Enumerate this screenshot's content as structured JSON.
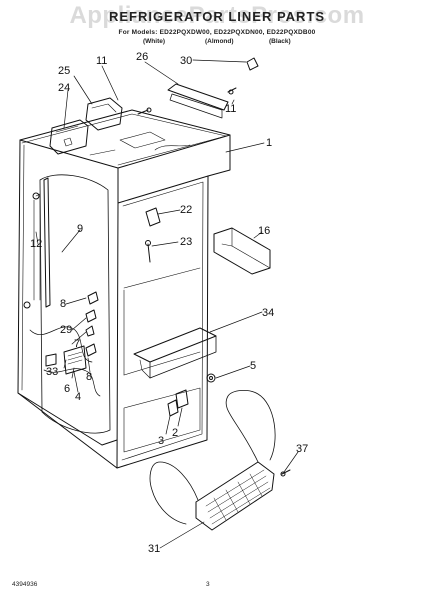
{
  "watermark": "AppliancePartsPros.com",
  "header": {
    "title": "REFRIGERATOR LINER PARTS",
    "models": "For Models: ED22PQXDW00, ED22PQXDN00, ED22PQXDB00",
    "colors": [
      "(White)",
      "(Almond)",
      "(Black)"
    ]
  },
  "callouts": {
    "c25": "25",
    "c24": "24",
    "c11a": "11",
    "c26": "26",
    "c30": "30",
    "c11b": "11",
    "c1": "1",
    "c9": "9",
    "c12": "12",
    "c22": "22",
    "c23": "23",
    "c16": "16",
    "c8a": "8",
    "c29": "29",
    "c7": "7",
    "c33": "33",
    "c6": "6",
    "c4": "4",
    "c8b": "8",
    "c34": "34",
    "c5": "5",
    "c3": "3",
    "c2": "2",
    "c37": "37",
    "c31": "31"
  },
  "footer": {
    "doc_number": "4394936",
    "page": "3"
  }
}
